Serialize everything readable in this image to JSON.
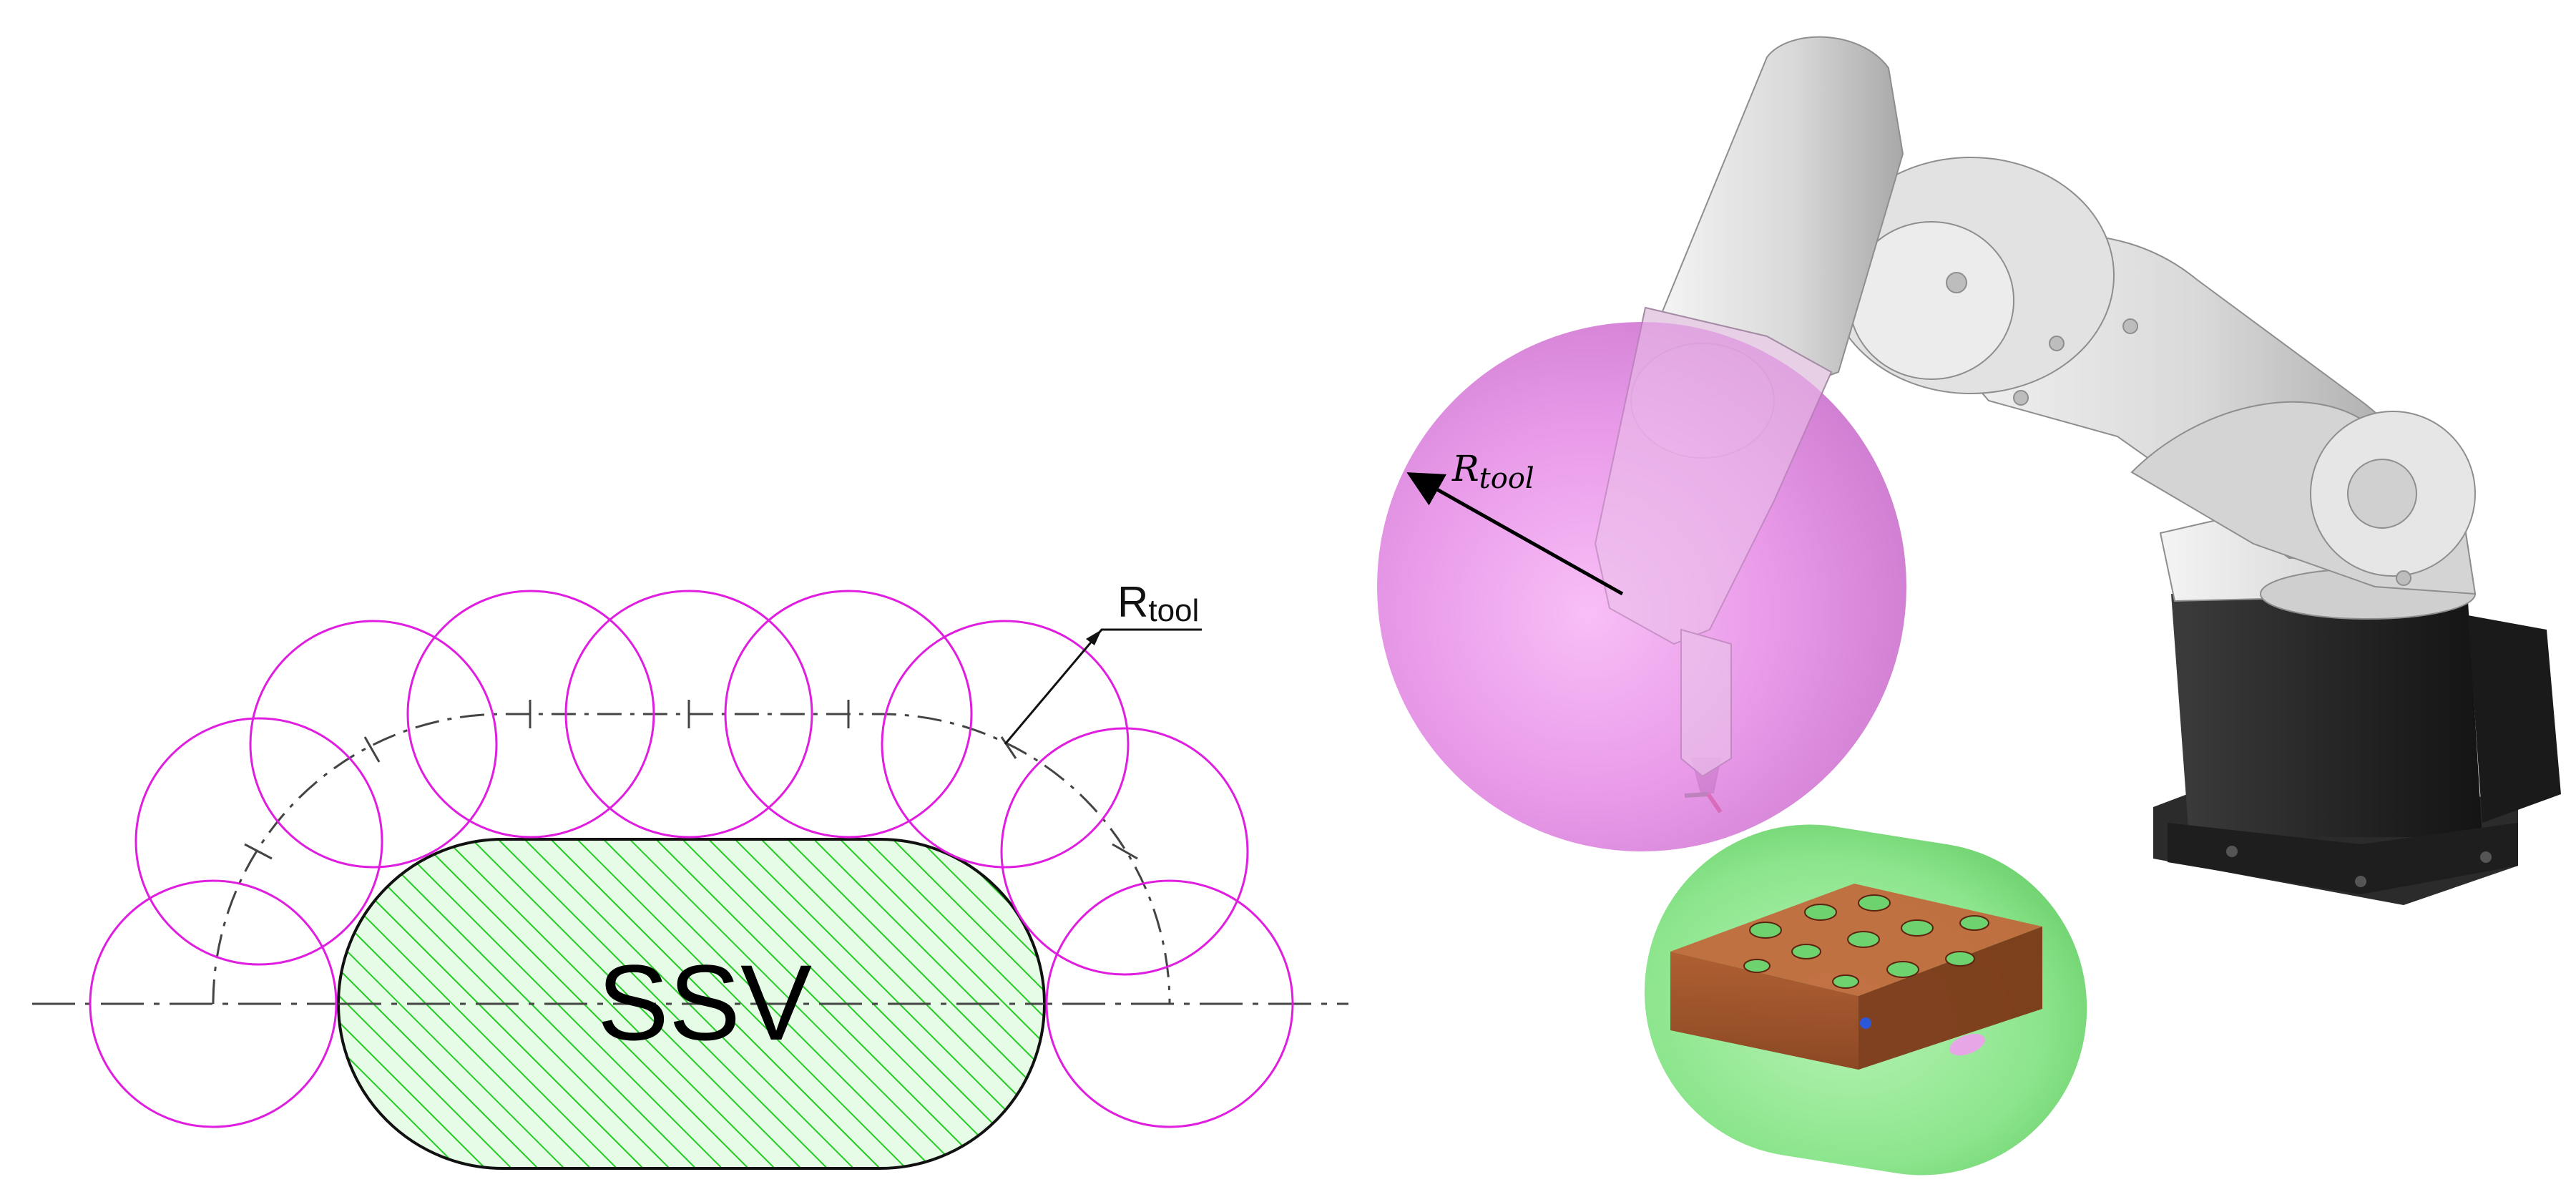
{
  "left_diagram": {
    "center_label": "SSV",
    "radius_label": "R",
    "radius_label_sub": "tool",
    "circle_color": "#e01ee0",
    "hatch_color": "#22cc22",
    "fill_color": "#e4fbe4",
    "circle_count": 9
  },
  "right_scene": {
    "radius_label": "R",
    "radius_label_sub": "tool",
    "sphere_color": "#e070e0",
    "capsule_color": "#7ee07e",
    "workpiece_color": "#a4451f",
    "robot_body_color": "#d6d6d6",
    "robot_base_color": "#262626"
  }
}
